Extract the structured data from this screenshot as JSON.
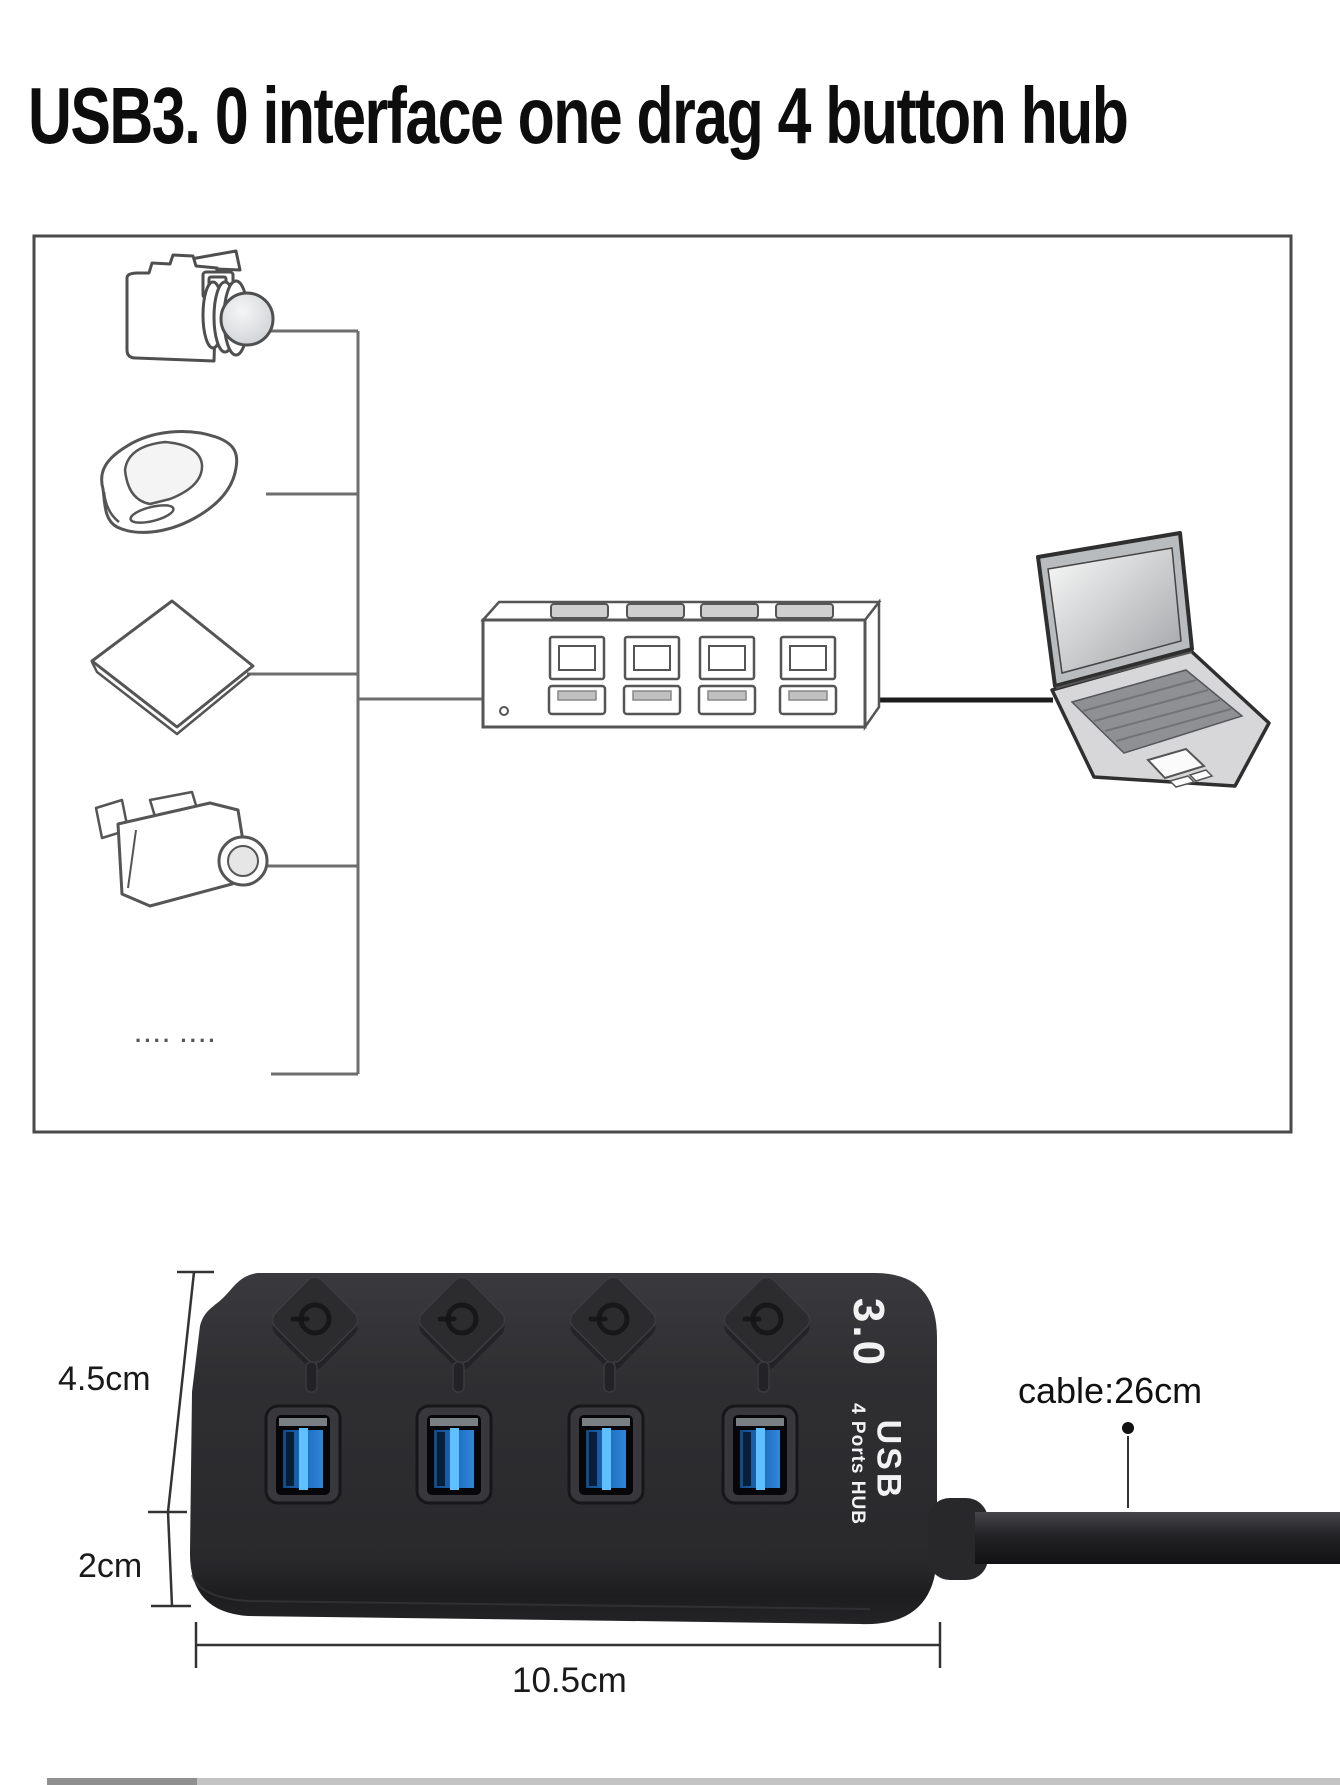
{
  "title": "USB3. 0 interface one drag 4 button hub",
  "diagram": {
    "devices": [
      "camera",
      "scanner",
      "memory-card",
      "camcorder"
    ],
    "ellipsis": "···· ····"
  },
  "product": {
    "markings": {
      "version": "3.0",
      "usb": "USB",
      "ports": "4 Ports HUB"
    },
    "dimensions": {
      "height": "4.5cm",
      "thickness": "2cm",
      "length": "10.5cm",
      "cable": "cable:26cm"
    },
    "port_count": 4,
    "colors": {
      "body": "#2e2e31",
      "usb_blue": "#2f86d9",
      "usb_blue_bright": "#5fc0ff",
      "line_gray": "#6e6e6e"
    }
  }
}
